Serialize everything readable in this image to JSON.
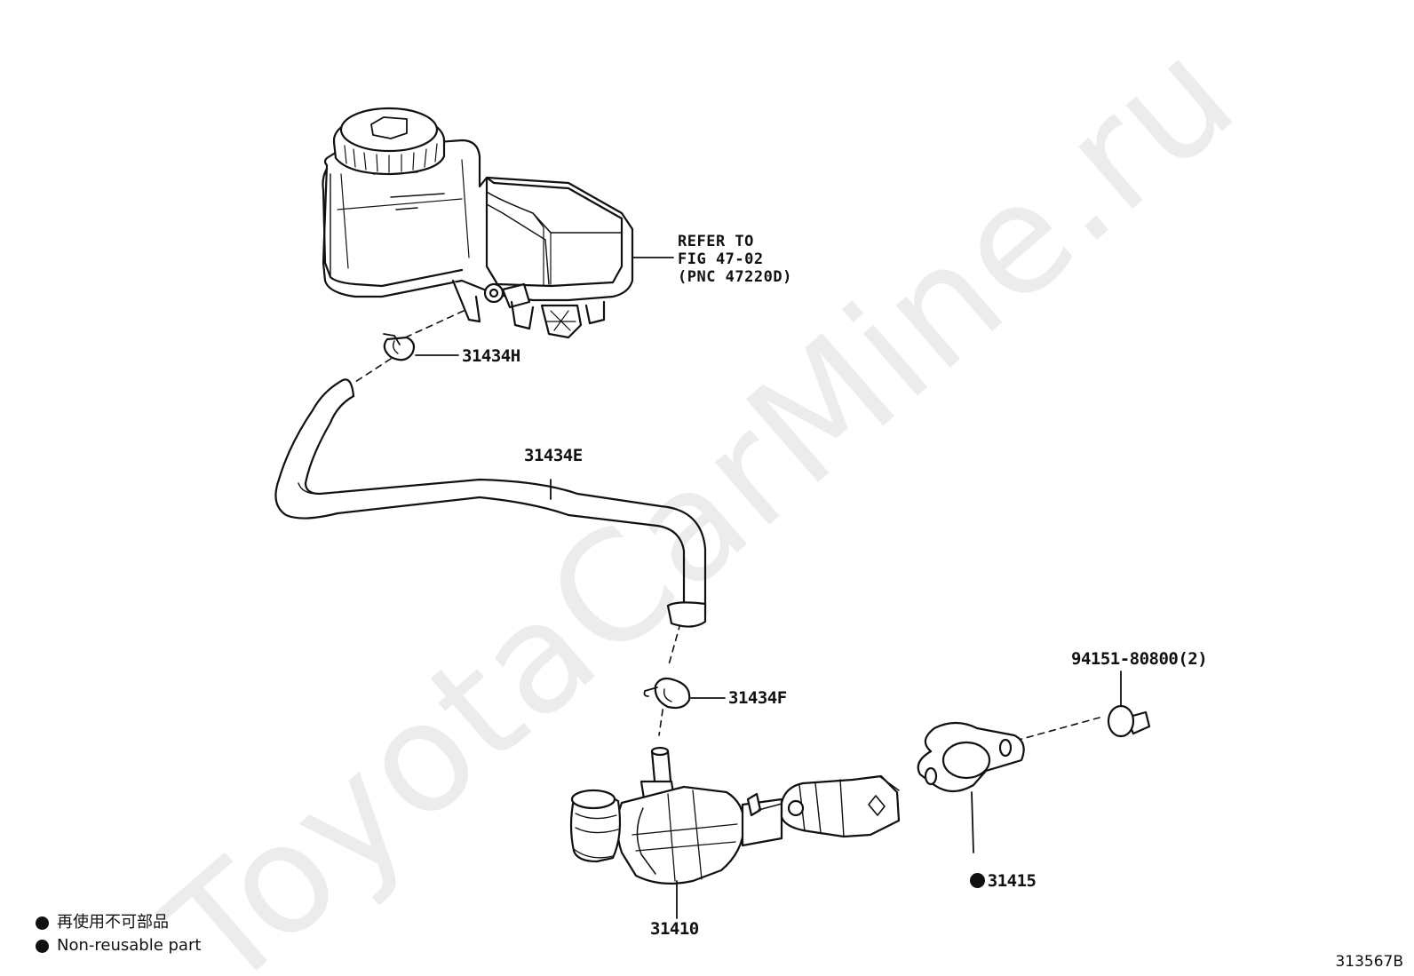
{
  "watermark": "ToyotaCarMine.ru",
  "reference_note": {
    "line1": "REFER TO",
    "line2": "FIG 47-02",
    "line3": "(PNC 47220D)"
  },
  "callouts": {
    "clip_upper": "31434H",
    "hose": "31434E",
    "clip_lower": "31434F",
    "bolt": "94151-80800(2)",
    "gasket": "31415",
    "cylinder": "31410"
  },
  "legend": {
    "japanese": "再使用不可部品",
    "english": "Non-reusable part"
  },
  "illustration_code": "313567B"
}
